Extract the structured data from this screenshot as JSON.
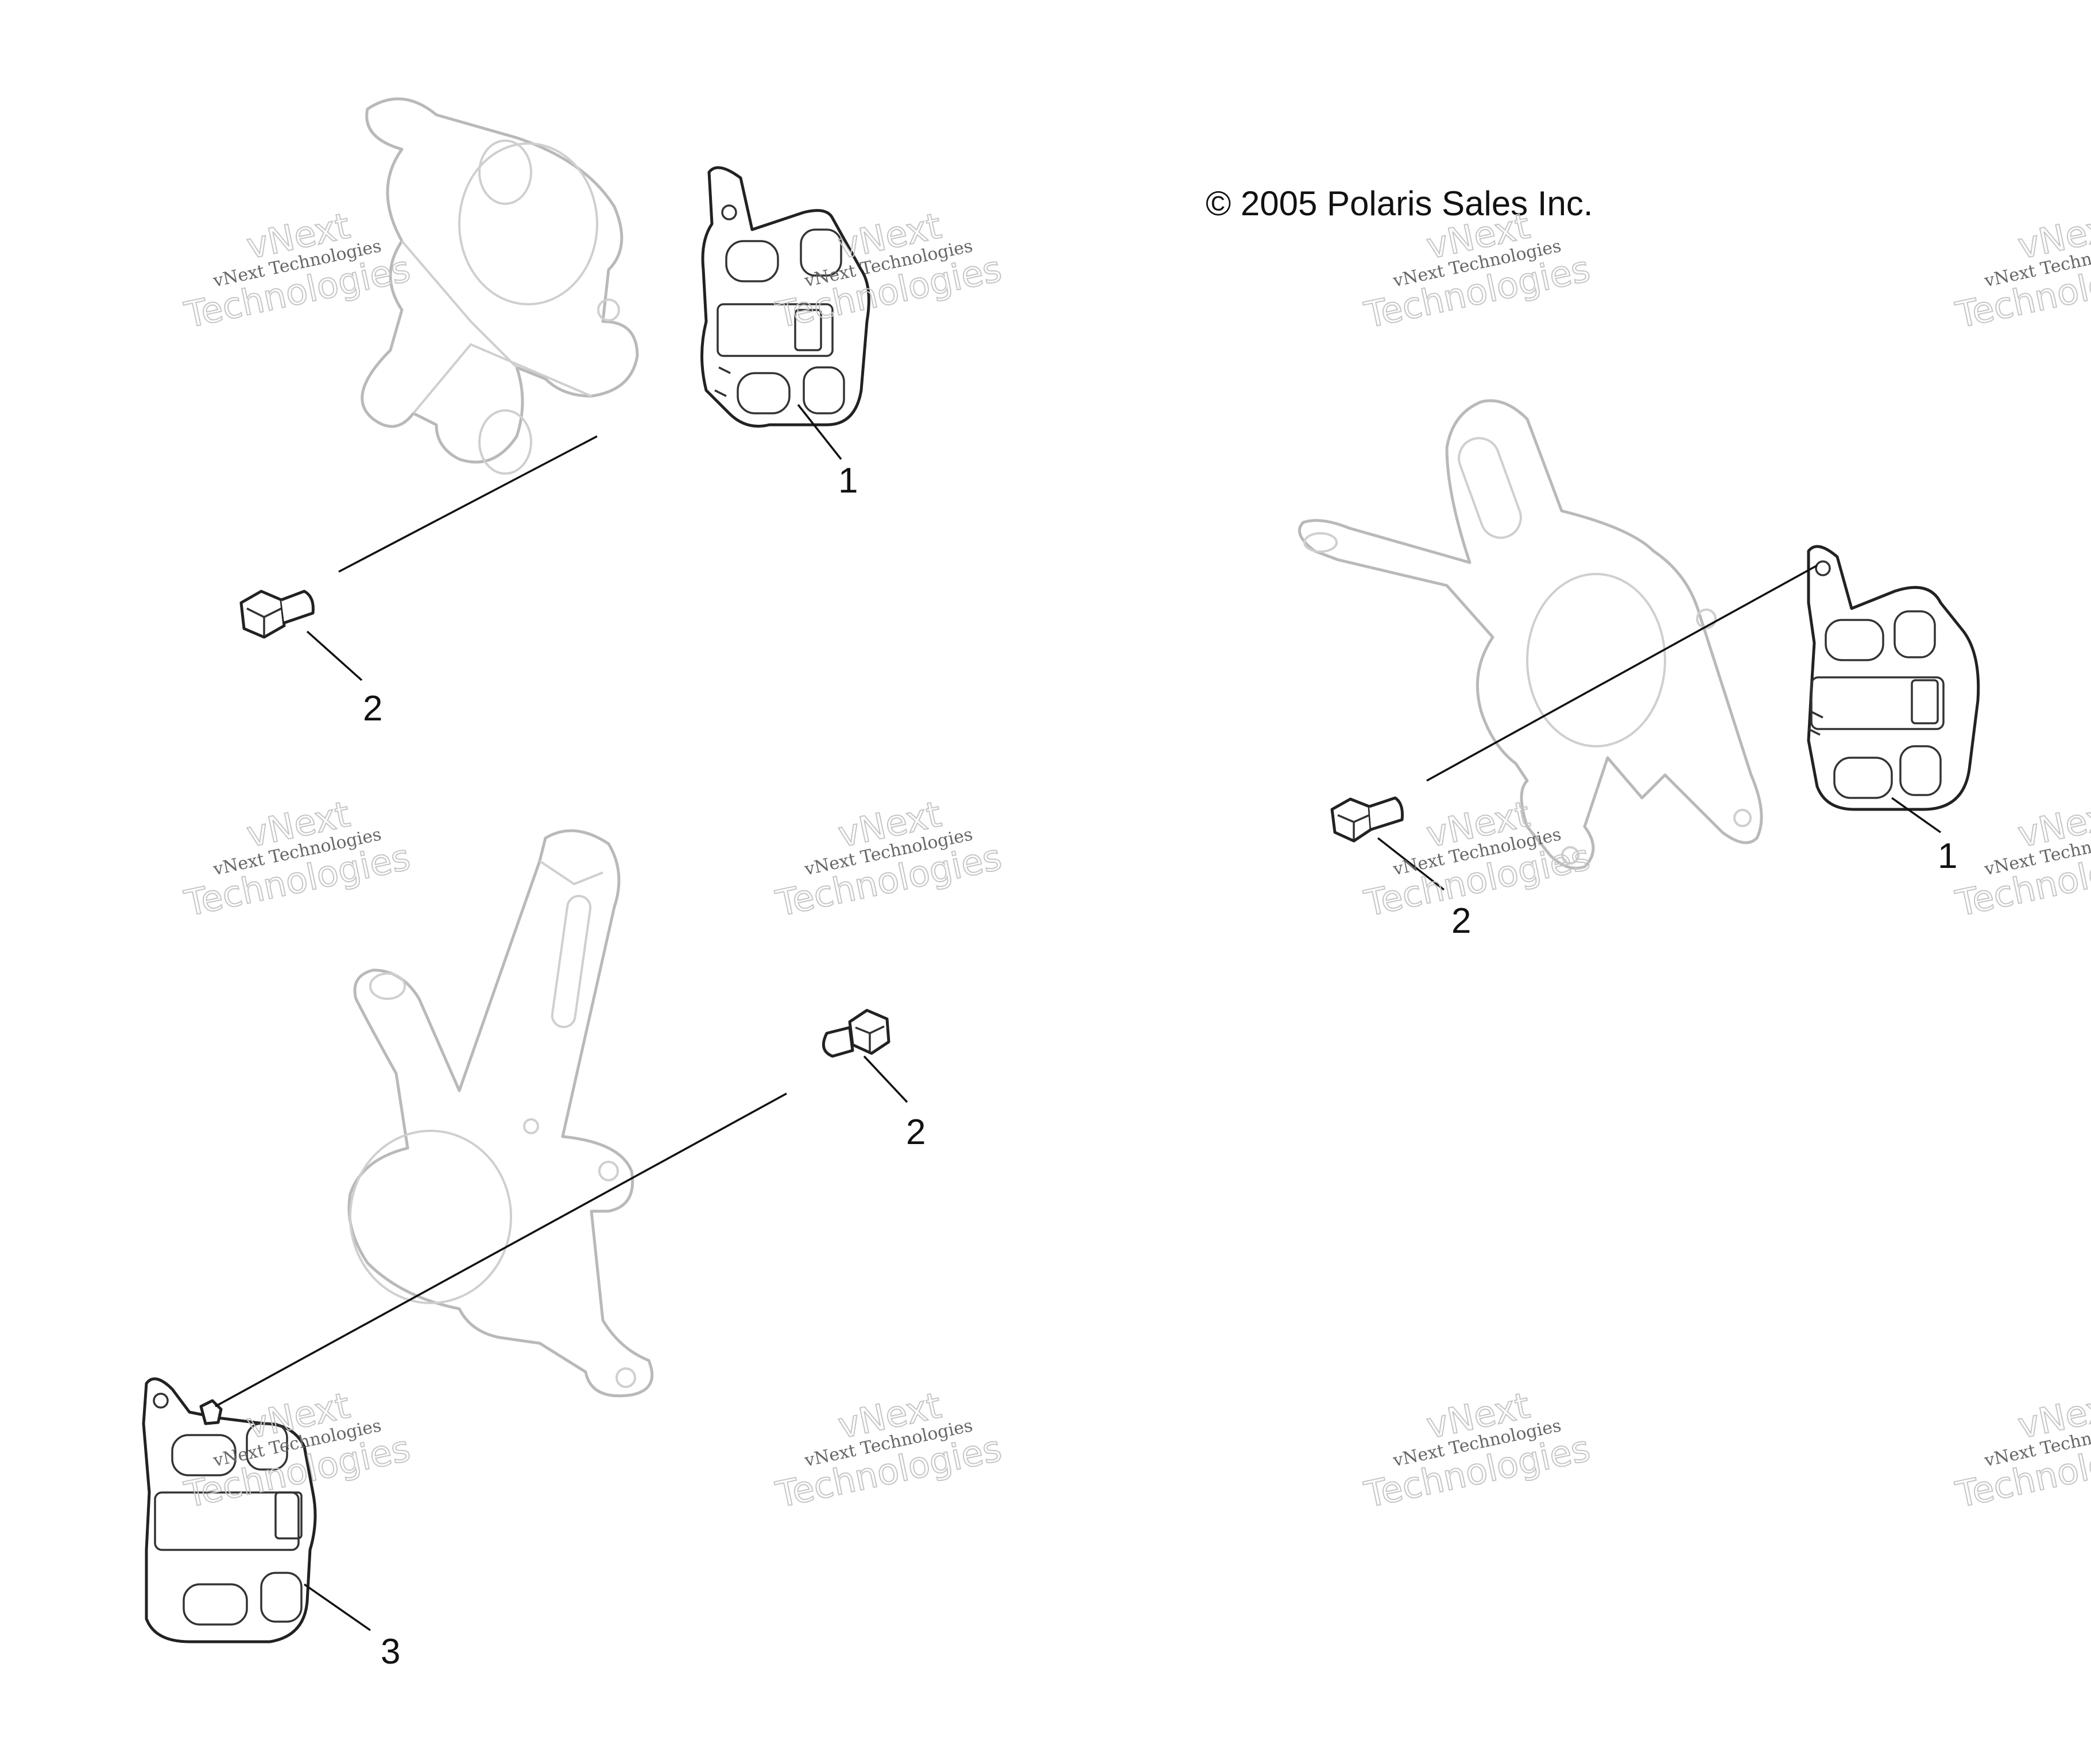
{
  "copyright": "© 2005 Polaris Sales Inc.",
  "watermark": {
    "line1": "vNext Technologies",
    "big_top": "vNext",
    "big_bottom": "Technologies"
  },
  "assemblies": [
    {
      "name": "upper-left",
      "callouts": [
        "1",
        "2"
      ]
    },
    {
      "name": "lower-left",
      "callouts": [
        "2",
        "3"
      ]
    },
    {
      "name": "right",
      "callouts": [
        "1",
        "2"
      ]
    }
  ]
}
